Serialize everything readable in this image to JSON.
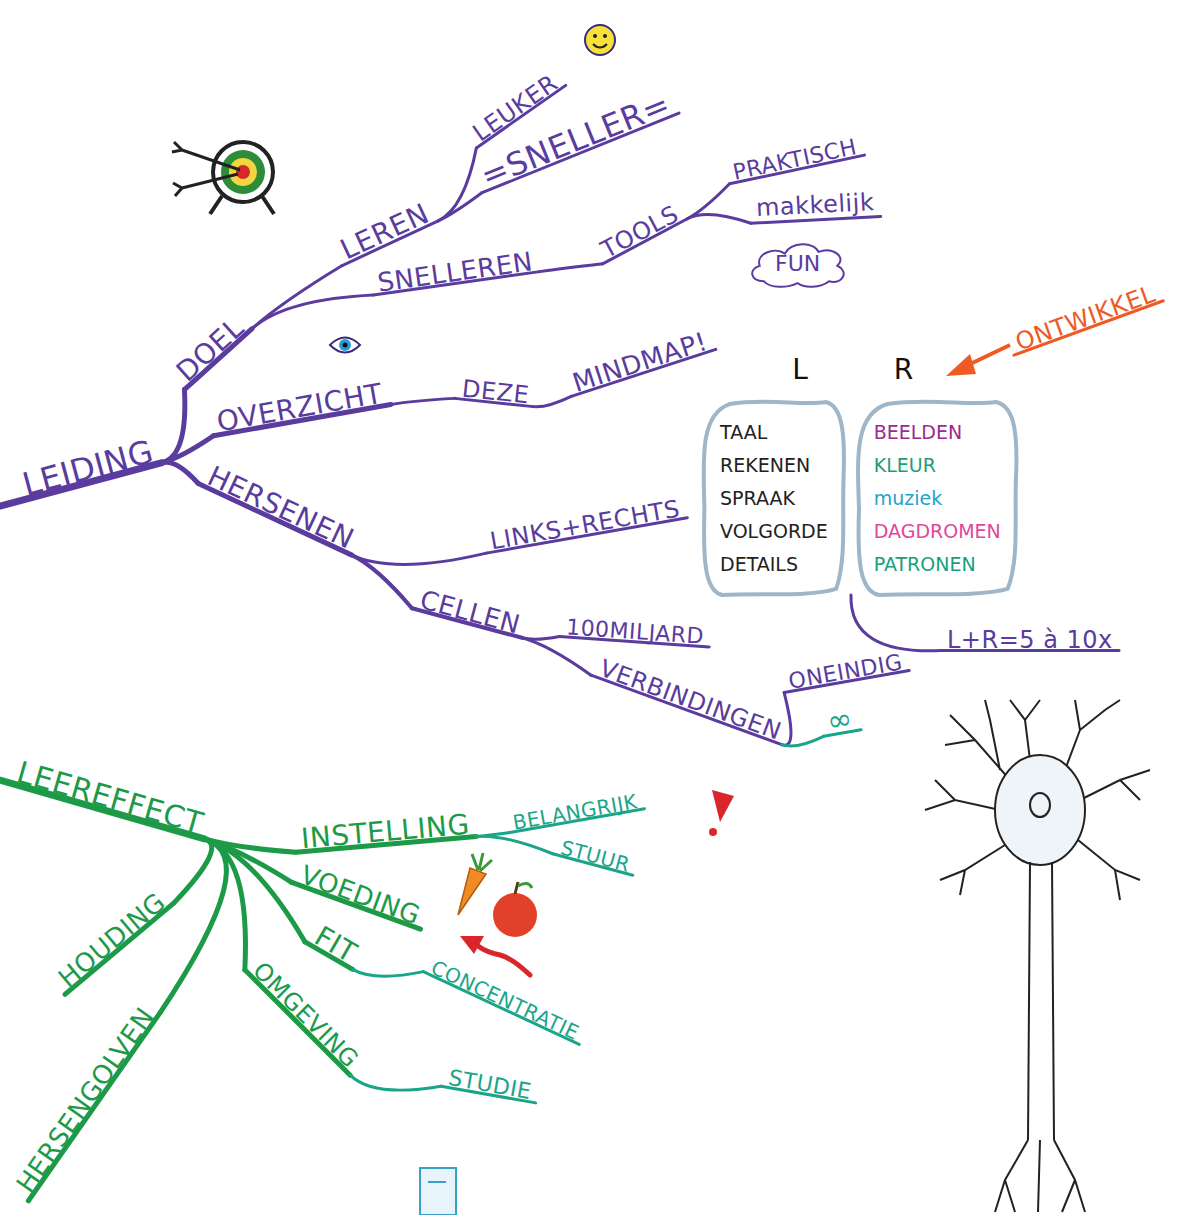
{
  "diagram": {
    "nodes": [
      {
        "text": [
          "FUN"
        ]
      },
      {
        "text": [
          "L",
          "TAAL",
          "REKENEN",
          "SPRAAK",
          "VOLGORDE",
          "DETAILS"
        ]
      },
      {
        "text": [
          "R",
          "BEELDEN",
          "KLEUR",
          "muziek",
          "DAGDROMEN",
          "PATRONEN"
        ]
      }
    ],
    "labels": [
      "LEIDING",
      "DOEL",
      "LEREN",
      "LEUKER",
      "=SNELLER=",
      "SNELLEREN",
      "TOOLS",
      "PRAKTISCH",
      "makkelijk",
      "OVERZICHT",
      "DEZE",
      "MINDMAP!",
      "ONTWIKKEL",
      "HERSENEN",
      "LINKS+RECHTS",
      "CELLEN",
      "100MILJARD",
      "VERBINDINGEN",
      "ONEINDIG",
      "∞",
      "L+R=5 à 10x",
      "LEEREFFECT",
      "INSTELLING",
      "BELANGRIJK",
      "STUUR",
      "VOEDING",
      "FIT",
      "CONCENTRATIE",
      "HOUDING",
      "OMGEVING",
      "STUDIE",
      "HERSENGOLVEN"
    ]
  }
}
